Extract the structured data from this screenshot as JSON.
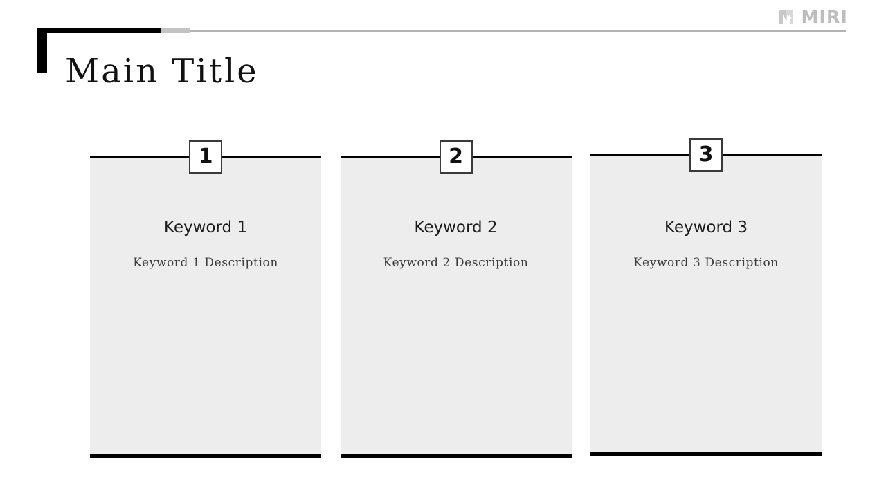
{
  "brand": {
    "name": "MIRI",
    "logo_icon": "miri-m-logo-icon",
    "color": "#bdbdbd"
  },
  "header": {
    "title": "Main Title",
    "accent_color": "#000000",
    "rule_gray_color": "#c3c3c3",
    "rule_thin_color": "#b4b4b4"
  },
  "cards": [
    {
      "number": "1",
      "keyword": "Keyword 1",
      "description": "Keyword 1 Description"
    },
    {
      "number": "2",
      "keyword": "Keyword 2",
      "description": "Keyword 2 Description"
    },
    {
      "number": "3",
      "keyword": "Keyword 3",
      "description": "Keyword 3 Description"
    }
  ],
  "palette": {
    "card_background": "#ededed",
    "card_border": "#000000",
    "badge_border": "#3a3a3a",
    "text_primary": "#1b1b1b",
    "text_secondary": "#3c3c3c"
  }
}
